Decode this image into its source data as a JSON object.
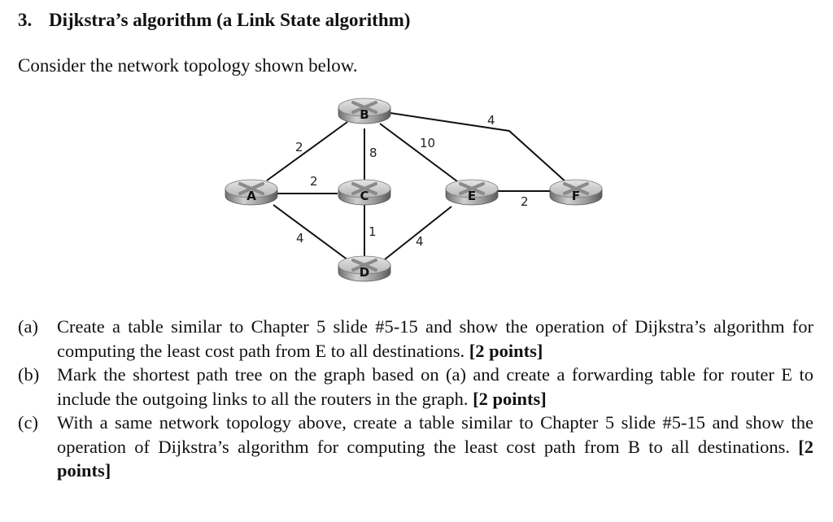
{
  "heading": {
    "number": "3.",
    "title": "Dijkstra’s algorithm (a Link State algorithm)"
  },
  "intro": "Consider the network topology shown below.",
  "diagram": {
    "nodes": [
      {
        "id": "A",
        "label": "A"
      },
      {
        "id": "B",
        "label": "B"
      },
      {
        "id": "C",
        "label": "C"
      },
      {
        "id": "D",
        "label": "D"
      },
      {
        "id": "E",
        "label": "E"
      },
      {
        "id": "F",
        "label": "F"
      }
    ],
    "edges": [
      {
        "from": "A",
        "to": "B",
        "cost": "2"
      },
      {
        "from": "A",
        "to": "C",
        "cost": "2"
      },
      {
        "from": "A",
        "to": "D",
        "cost": "4"
      },
      {
        "from": "B",
        "to": "C",
        "cost": "8"
      },
      {
        "from": "B",
        "to": "E",
        "cost": "10"
      },
      {
        "from": "B",
        "to": "F",
        "cost": "4"
      },
      {
        "from": "C",
        "to": "D",
        "cost": "1"
      },
      {
        "from": "D",
        "to": "E",
        "cost": "4"
      },
      {
        "from": "E",
        "to": "F",
        "cost": "2"
      }
    ]
  },
  "questions": [
    {
      "label": "(a)",
      "text": "Create a table similar to Chapter 5 slide #5-15 and show the operation of Dijkstra’s algorithm for computing the least cost path from E to all destinations.",
      "points": "[2 points]"
    },
    {
      "label": "(b)",
      "text": "Mark the shortest path tree on the graph based on (a) and create a forwarding table for router E to include the outgoing links to all the routers in the graph.",
      "points": "[2 points]"
    },
    {
      "label": "(c)",
      "text": "With a same network topology above, create a table similar to Chapter 5 slide #5-15 and show the operation of Dijkstra’s algorithm for computing the least cost path from B to all destinations.",
      "points": "[2 points]"
    }
  ]
}
